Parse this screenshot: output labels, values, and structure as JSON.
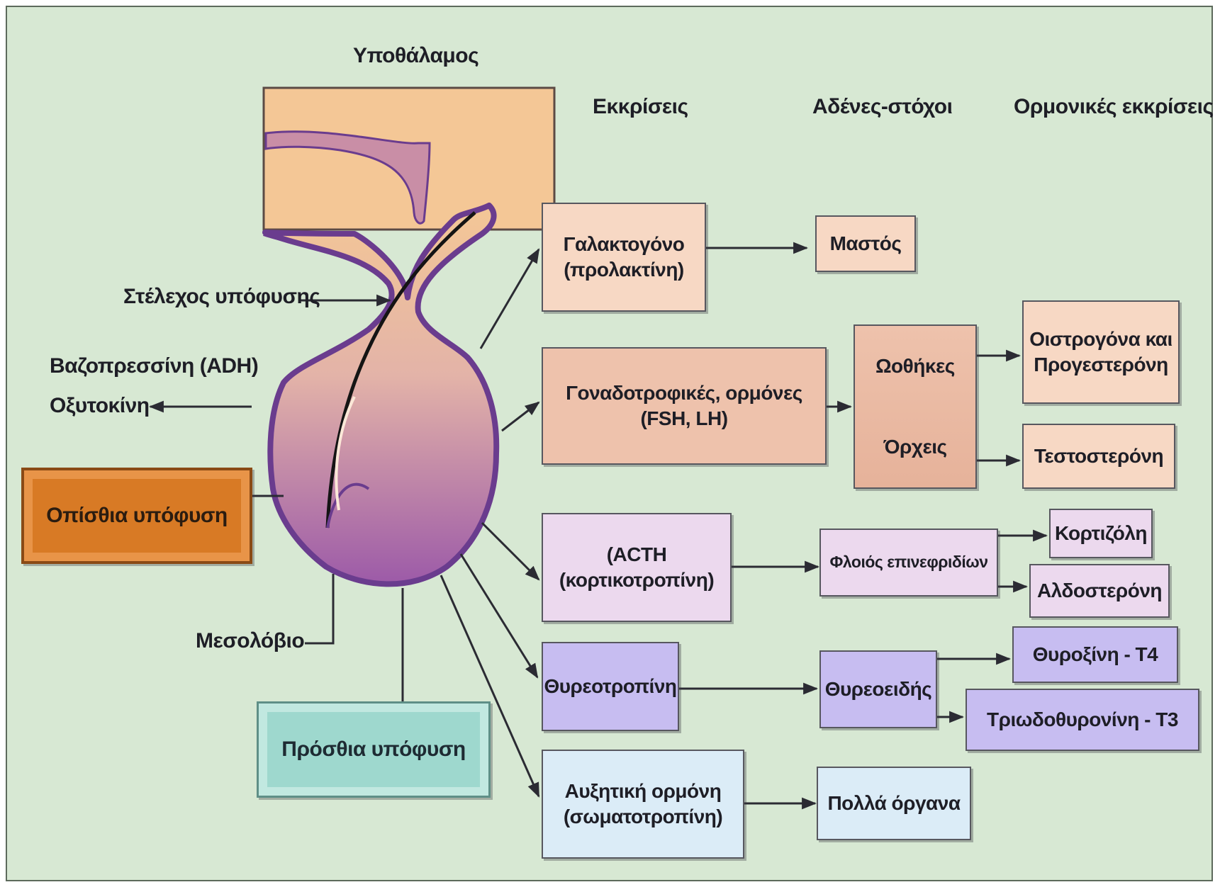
{
  "headers": {
    "hypothalamus": "Υποθάλαμος",
    "secretions": "Εκκρίσεις",
    "target_glands": "Αδένες-στόχοι",
    "hormonal_secretions": "Ορμονικές εκκρίσεις"
  },
  "left_labels": {
    "stalk": "Στέλεχος υπόφυσης",
    "vasopressin": "Βαζοπρεσσίνη (ADH)",
    "oxytocin": "Οξυτοκίνη",
    "posterior_pituitary": "Οπίσθια υπόφυση",
    "intermediate_lobe": "Μεσολόβιο",
    "anterior_pituitary": "Πρόσθια υπόφυση"
  },
  "secretions": {
    "prolactin": {
      "line1": "Γαλακτογόνο",
      "line2": "(προλακτίνη)"
    },
    "gonadotropins": {
      "line1": "Γοναδοτροφικές, ορμόνες",
      "line2": "(FSH, LH)"
    },
    "acth": {
      "line1": "(ACTH",
      "line2": "(κορτικοτροπίνη)"
    },
    "tsh": {
      "line1": "Θυρεοτροπίνη"
    },
    "growth": {
      "line1": "Αυξητική ορμόνη",
      "line2": "(σωματοτροπίνη)"
    }
  },
  "targets": {
    "breast": "Μαστός",
    "ovaries": "Ωοθήκες",
    "testes": "Όρχεις",
    "adrenal_cortex": "Φλοιός επινεφριδίων",
    "thyroid": "Θυρεοειδής",
    "many_organs": "Πολλά όργανα"
  },
  "outputs": {
    "estrogen": {
      "line1": "Οιστρογόνα και",
      "line2": "Προγεστερόνη"
    },
    "testosterone": "Τεστοστερόνη",
    "cortisol": "Κορτιζόλη",
    "aldosterone": "Αλδοστερόνη",
    "thyroxine": "Θυροξίνη - Τ4",
    "triiodothyronine": "Τριωδοθυρονίνη - Τ3"
  },
  "colors": {
    "background": "#d7e8d3",
    "prolactin_box": "#f7d8c4",
    "gonadotropin_box": "#eec2ac",
    "acth_box": "#ecd9ee",
    "tsh_box": "#c7bdf1",
    "growth_box": "#dbecf7",
    "posterior_plate": "#d87a25",
    "anterior_plate": "#9ed8ce",
    "gland_tissue": "#f4c796",
    "gland_lobe": "#9c5aa8",
    "gland_outline": "#6a3c8e"
  }
}
